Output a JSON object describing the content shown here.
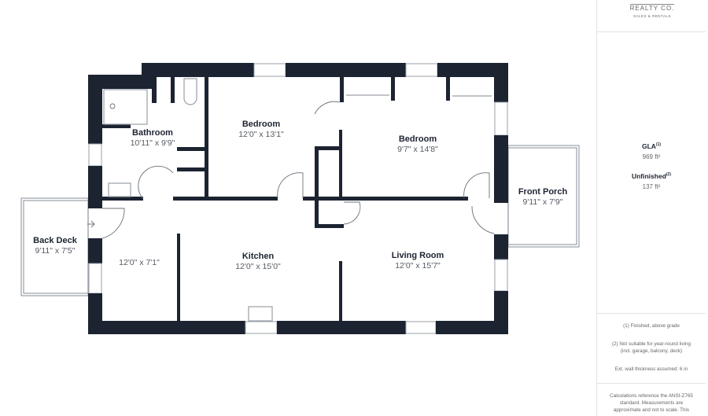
{
  "logo": {
    "line1": "REALTY CO.",
    "line2": "SALES & RENTALS"
  },
  "rooms": [
    {
      "name": "Bathroom",
      "dims": "10'11\" x 9'9\""
    },
    {
      "name": "Bedroom",
      "dims": "12'0\" x 13'1\""
    },
    {
      "name": "Bedroom",
      "dims": "9'7\" x 14'8\""
    },
    {
      "name": "Front Porch",
      "dims": "9'11\" x 7'9\""
    },
    {
      "name": "Back Deck",
      "dims": "9'11\" x 7'5\""
    },
    {
      "name": "",
      "dims": "12'0\" x 7'1\""
    },
    {
      "name": "Kitchen",
      "dims": "12'0\" x 15'0\""
    },
    {
      "name": "Living Room",
      "dims": "12'0\" x 15'7\""
    }
  ],
  "summary": {
    "gla_label": "GLA",
    "gla_sup": "(1)",
    "gla_value": "969 ft²",
    "unfinished_label": "Unfinished",
    "unfinished_sup": "(2)",
    "unfinished_value": "137 ft²"
  },
  "notes": {
    "note1": "(1) Finished, above grade",
    "note2": "(2) Not suitable for year-round living (incl. garage, balcony, deck)",
    "note3": "Ext. wall thickness assumed: 6 in",
    "disclaimer": "Calculations reference the ANSI-Z765 standard. Measurements are approximate and not to scale. This"
  }
}
